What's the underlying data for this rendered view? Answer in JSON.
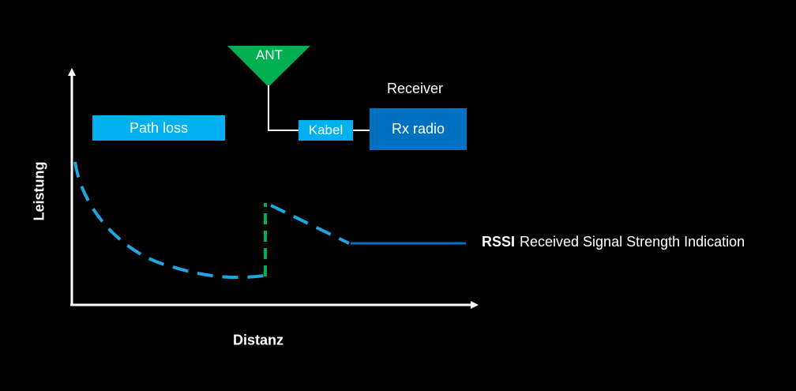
{
  "antenna": {
    "label": "ANT",
    "color": "#00b050"
  },
  "receiver": {
    "title": "Receiver",
    "rx_label": "Rx radio",
    "rx_color": "#0070c0"
  },
  "cable": {
    "label": "Kabel",
    "color": "#00b0f0"
  },
  "path_loss": {
    "label": "Path loss",
    "color": "#00b0f0"
  },
  "axes": {
    "y_title": "Leistung",
    "x_title": "Distanz"
  },
  "rssi": {
    "abbr": "RSSI",
    "description": "Received Signal Strength Indication"
  },
  "colors": {
    "curve": "#1ca7e0",
    "step": "#00b050",
    "rssi_line": "#0070c0",
    "axis": "#ffffff"
  }
}
